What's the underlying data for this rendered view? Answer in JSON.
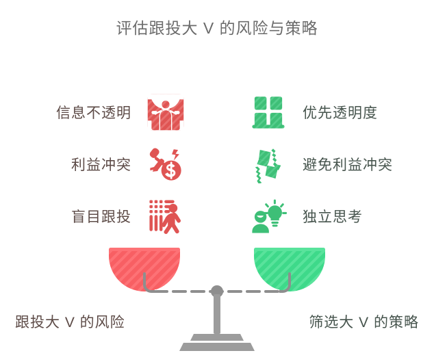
{
  "title": "评估跟投大 V 的风险与策略",
  "colors": {
    "title_text": "#6b6b6b",
    "risk_text": "#5d4b47",
    "strategy_text": "#46544d",
    "risk_icon": "#df5453",
    "strategy_icon": "#3ebf77",
    "risk_pan": "#f85f63",
    "strategy_pan": "#3ed98a",
    "scale_frame": "#8e8e8e",
    "background": "#ffffff"
  },
  "risks": {
    "caption": "跟投大 V 的风险",
    "items": [
      {
        "label": "信息不透明",
        "icon": "curtain-person-icon"
      },
      {
        "label": "利益冲突",
        "icon": "hammer-coin-icon"
      },
      {
        "label": "盲目跟投",
        "icon": "blind-walking-person-icon"
      }
    ]
  },
  "strategies": {
    "caption": "筛选大 V 的策略",
    "items": [
      {
        "label": "优先透明度",
        "icon": "window-icon"
      },
      {
        "label": "避免利益冲突",
        "icon": "broken-puzzle-icon"
      },
      {
        "label": "独立思考",
        "icon": "person-lightbulb-icon"
      }
    ]
  }
}
